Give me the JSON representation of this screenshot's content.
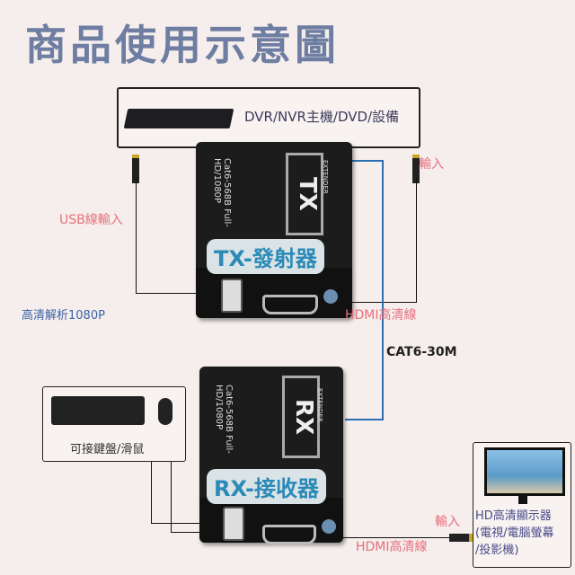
{
  "title": "商品使用示意圖",
  "source_device": {
    "label": "DVR/NVR主機/DVD/設備"
  },
  "tx": {
    "label": "TX-發射器",
    "logo": "TX",
    "side_text": "Cat6-568B  Full-HD/1080P",
    "brand": "EXTENDER"
  },
  "rx": {
    "label": "RX-接收器",
    "logo": "RX",
    "side_text": "Cat6-568B  Full-HD/1080P",
    "brand": "EXTENDER"
  },
  "labels": {
    "usb_input": "USB線輸入",
    "input_top": "輸入",
    "resolution": "高清解析1080P",
    "hdmi_cable_top": "HDMI高清線",
    "cat6": "CAT6-30M",
    "keyboard_mouse": "可接鍵盤/滑鼠",
    "input_bottom": "輸入",
    "hdmi_cable_bottom": "HDMI高清線"
  },
  "display": {
    "line1": "HD高清顯示器",
    "line2": "(電視/電腦螢幕",
    "line3": "/投影機)"
  }
}
